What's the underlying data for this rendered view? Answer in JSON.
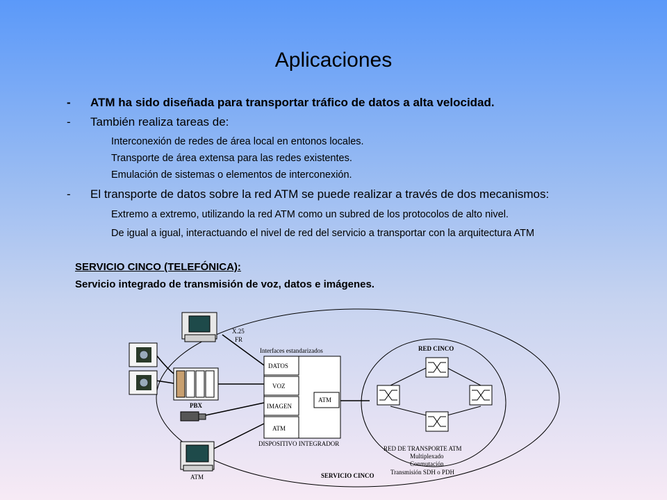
{
  "title": "Aplicaciones",
  "bullets": [
    {
      "dash": "-",
      "text": "ATM ha sido diseñada para transportar tráfico de datos a alta velocidad."
    },
    {
      "dash": "-",
      "text": "También realiza tareas de:"
    },
    {
      "dash": "-",
      "text": "El transporte de datos sobre la red ATM se puede realizar a través de dos mecanismos:"
    }
  ],
  "tasks": [
    "Interconexión de redes de área local en entonos locales.",
    "Transporte de área extensa para las redes existentes.",
    "Emulación de sistemas o elementos de interconexión."
  ],
  "mechanisms": [
    "Extremo a extremo, utilizando la red ATM como un subred de los protocolos de alto nivel.",
    "De igual a igual, interactuando el nivel de red del servicio a transportar con la arquitectura ATM"
  ],
  "service": {
    "title": "SERVICIO CINCO  (TELEFÓNICA):",
    "description": "Servicio integrado de transmisión de voz, datos e imágenes."
  },
  "diagram": {
    "x25_label": "X.25",
    "fr_label": "FR",
    "interfaces_label": "Interfaces estandarizados",
    "interfaces": [
      "DATOS",
      "VOZ",
      "IMAGEN",
      "ATM"
    ],
    "atm_box": "ATM",
    "device_label": "DISPOSITIVO INTEGRADOR",
    "pbx_label": "PBX",
    "atm_terminal_label": "ATM",
    "red_cinco_label": "RED CINCO",
    "transport_lines": [
      "RED DE TRANSPORTE ATM",
      "Multiplexado",
      "Conmutación",
      "Transmisión SDH o PDH"
    ],
    "servicio_cinco_label": "SERVICIO CINCO"
  }
}
